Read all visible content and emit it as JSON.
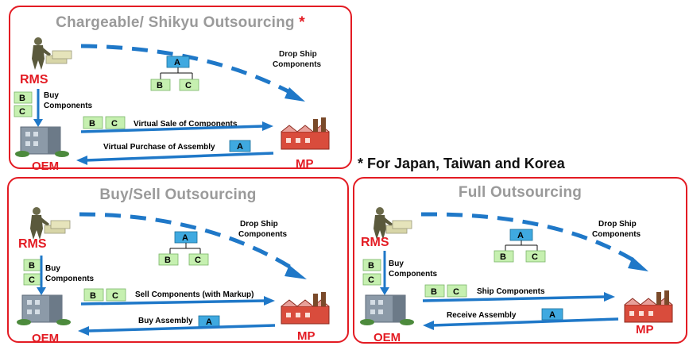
{
  "footnote": "*  For Japan, Taiwan and Korea",
  "colors": {
    "border": "#e31b23",
    "arrow": "#1f78c8",
    "title": "#9a9a9a",
    "label_red": "#e31b23",
    "box_green": "#c6f0b0",
    "box_blue": "#3fa9e0"
  },
  "panels": [
    {
      "title": "Chargeable/ Shikyu Outsourcing",
      "title_star": "*",
      "rms": "RMS",
      "oem": "OEM",
      "mp": "MP",
      "drop_ship": [
        "Drop Ship",
        "Components"
      ],
      "buy": [
        "Buy",
        "Components"
      ],
      "top_flow": "Virtual Sale of  Components",
      "bottom_flow": "Virtual  Purchase of Assembly",
      "box_a": "A",
      "box_b": "B",
      "box_c": "C"
    },
    {
      "title": "Buy/Sell Outsourcing",
      "title_star": "",
      "rms": "RMS",
      "oem": "OEM",
      "mp": "MP",
      "drop_ship": [
        "Drop Ship",
        "Components"
      ],
      "buy": [
        "Buy",
        "Components"
      ],
      "top_flow": "Sell Components (with Markup)",
      "bottom_flow": "Buy Assembly",
      "box_a": "A",
      "box_b": "B",
      "box_c": "C"
    },
    {
      "title": "Full  Outsourcing",
      "title_star": "",
      "rms": "RMS",
      "oem": "OEM",
      "mp": "MP",
      "drop_ship": [
        "Drop Ship",
        "Components"
      ],
      "buy": [
        "Buy",
        "Components"
      ],
      "top_flow": "Ship Components",
      "bottom_flow": "Receive Assembly",
      "box_a": "A",
      "box_b": "B",
      "box_c": "C"
    }
  ]
}
